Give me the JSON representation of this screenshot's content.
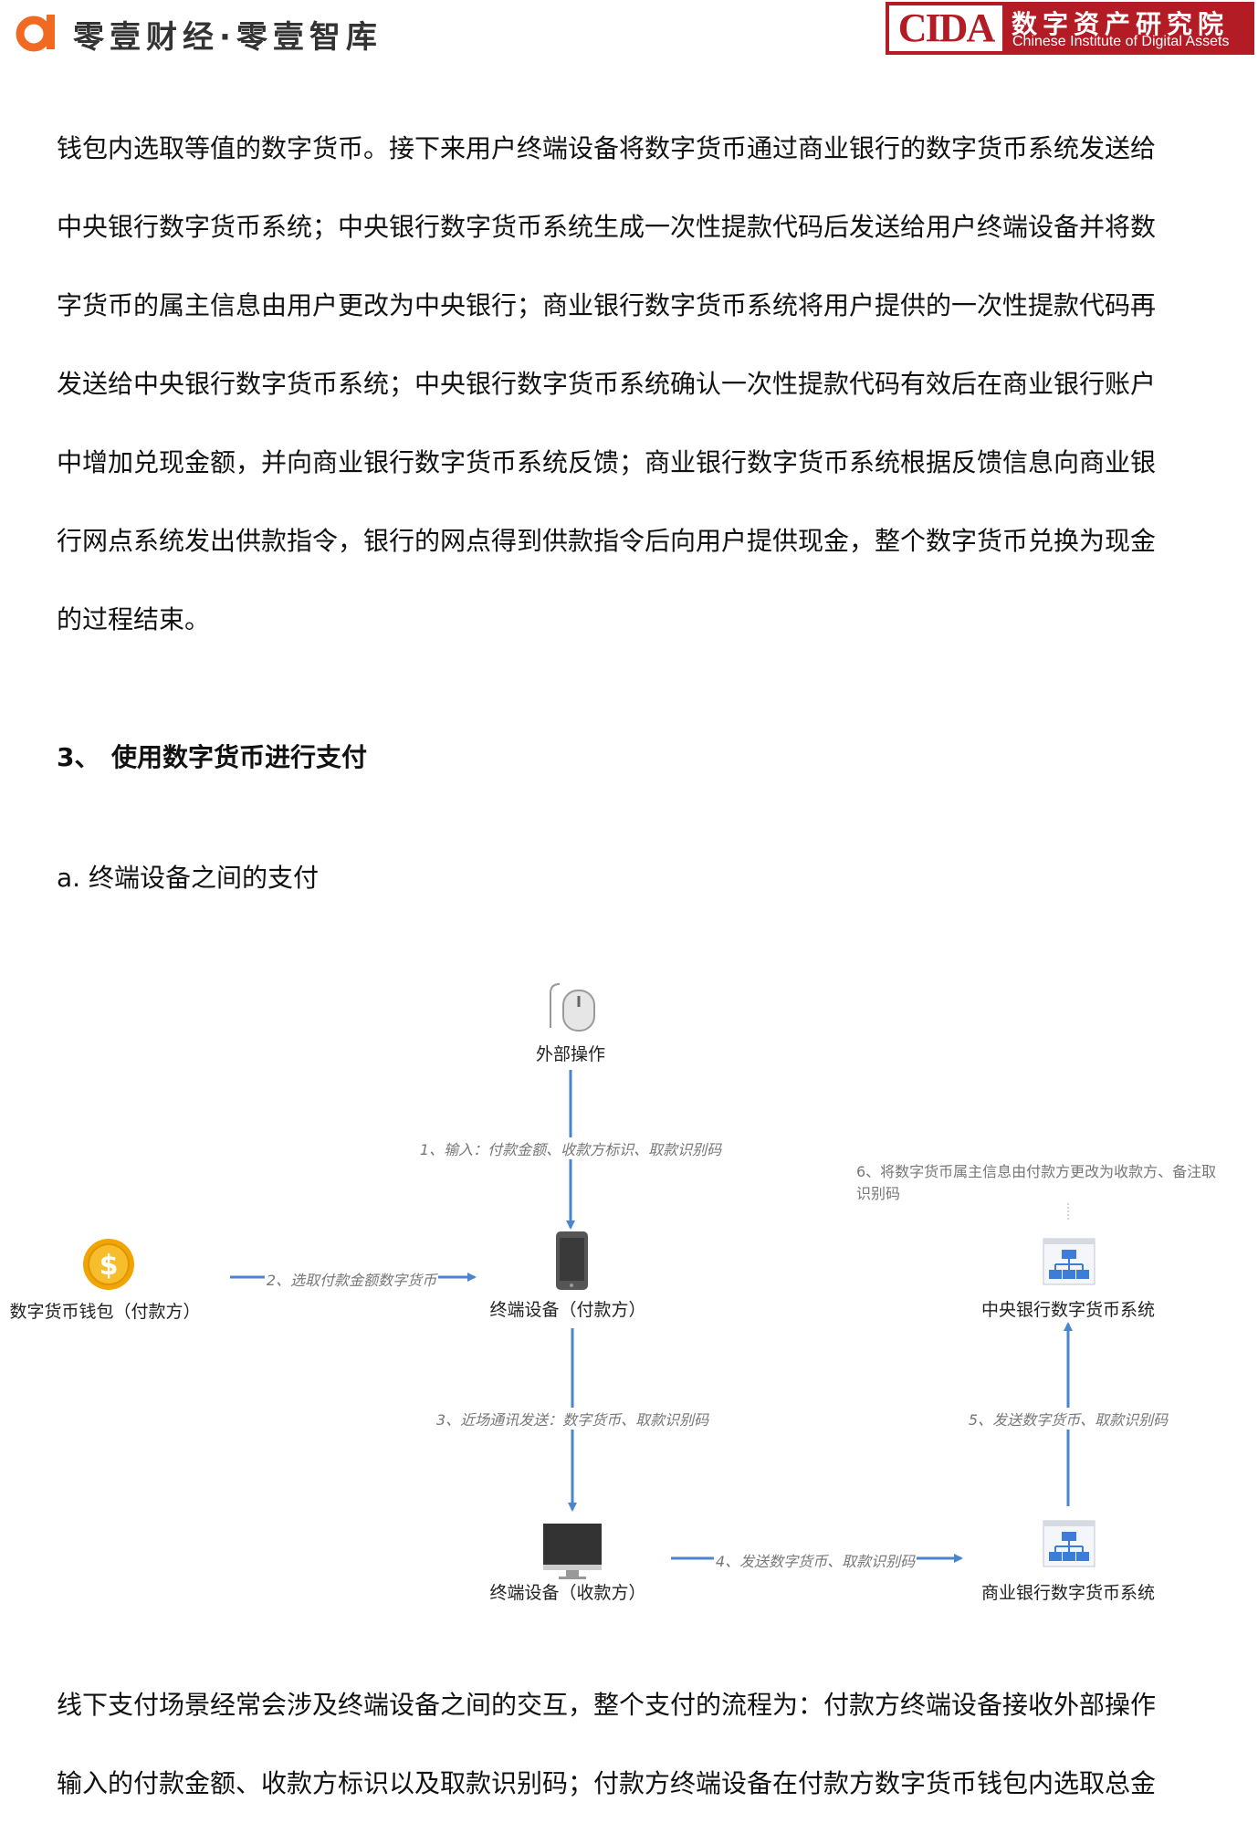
{
  "header": {
    "brand": "零壹财经·零壹智库",
    "cida_letters": "CIDA",
    "cida_zh": "数字资产研究院",
    "cida_en": "Chinese Institute of Digital Assets"
  },
  "intro_lines": [
    "钱包内选取等值的数字货币。接下来用户终端设备将数字货币通过商业银行的数字货币系统发送给",
    "中央银行数字货币系统；中央银行数字货币系统生成一次性提款代码后发送给用户终端设备并将数",
    "字货币的属主信息由用户更改为中央银行；商业银行数字货币系统将用户提供的一次性提款代码再",
    "发送给中央银行数字货币系统；中央银行数字货币系统确认一次性提款代码有效后在商业银行账户",
    "中增加兑现金额，并向商业银行数字货币系统反馈；商业银行数字货币系统根据反馈信息向商业银",
    "行网点系统发出供款指令，银行的网点得到供款指令后向用户提供现金，整个数字货币兑换为现金",
    "的过程结束。"
  ],
  "section": {
    "number": "3、",
    "title": "使用数字货币进行支付"
  },
  "subsection": "a.  终端设备之间的支付",
  "diagram": {
    "nodes": {
      "external": "外部操作",
      "wallet": "数字货币钱包（付款方）",
      "payer_device": "终端设备（付款方）",
      "payee_device": "终端设备（收款方）",
      "central_bank": "中央银行数字货币系统",
      "commercial_bank": "商业银行数字货币系统"
    },
    "edges": {
      "e1": "1、输入：付款金额、收款方标识、取款识别码",
      "e2": "2、选取付款金额数字货币",
      "e3": "3、近场通讯发送：数字货币、取款识别码",
      "e4": "4、发送数字货币、取款识别码",
      "e5": "5、发送数字货币、取款识别码"
    },
    "note": {
      "line1": "6、将数字货币属主信息由付款方更改为收款方、备注取",
      "line2": "识别码"
    },
    "icons": {
      "external": "mouse-icon",
      "wallet": "dollar-coin-icon",
      "payer_device": "smartphone-icon",
      "payee_device": "monitor-icon",
      "central_bank": "org-chart-icon",
      "commercial_bank": "org-chart-icon"
    },
    "colors": {
      "arrow": "#4a86d0",
      "coin": "#f0a500"
    }
  },
  "closing_lines": [
    "线下支付场景经常会涉及终端设备之间的交互，整个支付的流程为：付款方终端设备接收外部操作",
    "输入的付款金额、收款方标识以及取款识别码；付款方终端设备在付款方数字货币钱包内选取总金"
  ]
}
